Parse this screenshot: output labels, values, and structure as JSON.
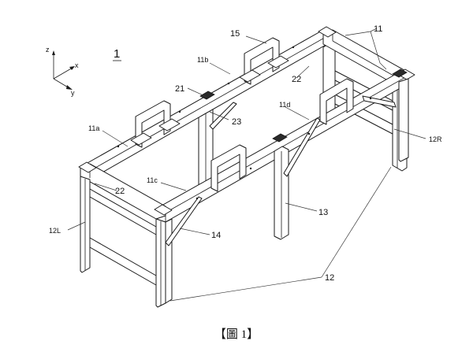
{
  "figure": {
    "number_label": "1",
    "caption": "【圖 1】",
    "axes": {
      "z": "z",
      "x": "x",
      "y": "y"
    },
    "callouts": {
      "c11": "11",
      "c15": "15",
      "c11b": "11b",
      "c22_top": "22",
      "c21": "21",
      "c23": "23",
      "c11d": "11d",
      "c11a": "11a",
      "c12R": "12R",
      "c22_left": "22",
      "c11c": "11c",
      "c13": "13",
      "c12L": "12L",
      "c14": "14",
      "c12": "12"
    }
  }
}
